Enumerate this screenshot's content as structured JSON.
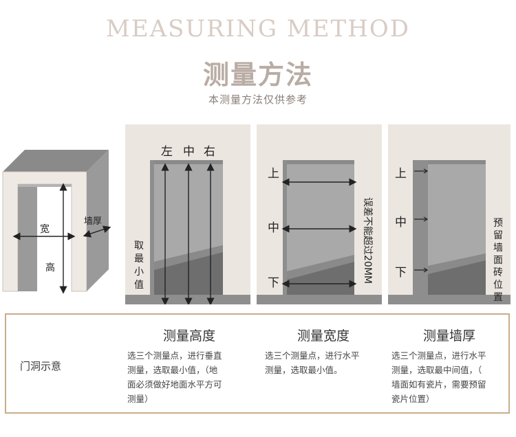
{
  "header": {
    "title_en": "MEASURING METHOD",
    "title_cn": "测量方法",
    "subtitle": "本测量方法仅供参考"
  },
  "diagram_door": {
    "width_label": "宽",
    "height_label": "高",
    "wall_label": "墙厚"
  },
  "diagram_height": {
    "top_left": "左",
    "top_mid": "中",
    "top_right": "右",
    "side_note": [
      "取",
      "最",
      "小",
      "值"
    ]
  },
  "diagram_width": {
    "top": "上",
    "mid": "中",
    "bottom": "下",
    "side_note": "误差不能超过20MM"
  },
  "diagram_wall": {
    "top": "上",
    "mid": "中",
    "bottom": "下",
    "side_note": [
      "预",
      "留",
      "墙",
      "面",
      "砖",
      "位",
      "置"
    ]
  },
  "info": {
    "left_caption": "门洞示意",
    "height_title": "测量高度",
    "height_lines": [
      "选三个测量点，进行垂直",
      "测量，选取最小值，（地",
      "面必须做好地面水平方可",
      "测量）"
    ],
    "width_title": "测量宽度",
    "width_lines": [
      "选三个测量点，进行水平",
      "测量，选取最小值。"
    ],
    "wall_title": "测量墙厚",
    "wall_lines": [
      "选三个测量点，进行水平",
      "测量，选取最中间值，（",
      "墙面如有瓷片，需要预留",
      "瓷片位置）"
    ]
  }
}
